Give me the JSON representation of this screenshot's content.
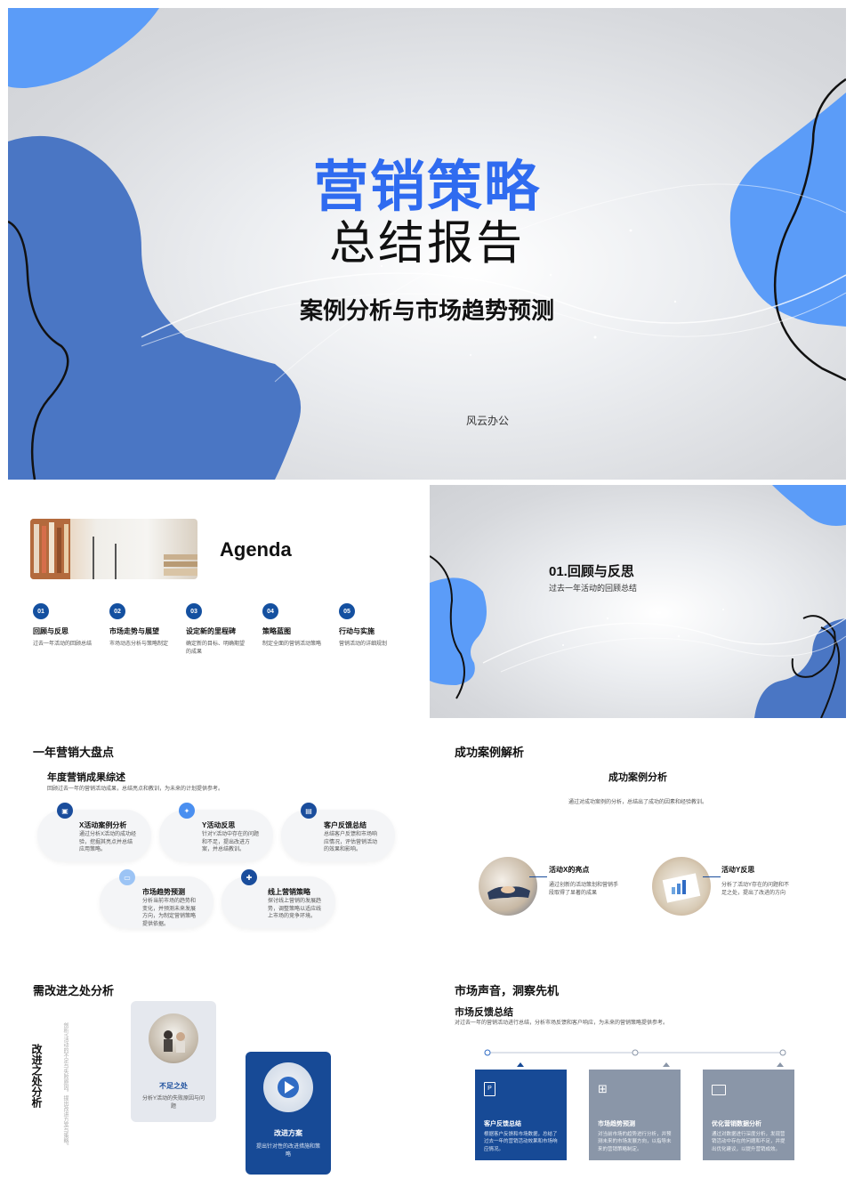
{
  "cover": {
    "title_main": "营销策略",
    "title_sub": "总结报告",
    "subtitle": "案例分析与市场趋势预测",
    "company": "风云办公"
  },
  "agenda": {
    "heading": "Agenda",
    "items": [
      {
        "num": "01",
        "title": "回顾与反思",
        "desc": "过去一年活动的回顾总结"
      },
      {
        "num": "02",
        "title": "市场走势与展望",
        "desc": "市场动态分析与策略制定"
      },
      {
        "num": "03",
        "title": "设定新的里程碑",
        "desc": "确定新的目标、明确期望的成果"
      },
      {
        "num": "04",
        "title": "策略蓝图",
        "desc": "制定全面的营销活动策略"
      },
      {
        "num": "05",
        "title": "行动与实施",
        "desc": "营销活动的详细规划"
      }
    ]
  },
  "section1": {
    "title": "01.回顾与反思",
    "desc": "过去一年活动的回顾总结"
  },
  "review": {
    "heading": "一年营销大盘点",
    "subheading": "年度营销成果综述",
    "intro": "回顾过去一年的营销活动成果，总结亮点和教训，为未来的计划提供参考。",
    "cards": [
      {
        "title": "X活动案例分析",
        "desc": "通过分析X活动的成功经验，挖掘其亮点并总结应用策略。",
        "icon": "image-icon"
      },
      {
        "title": "Y活动反思",
        "desc": "针对Y活动中存在的问题和不足，提出改进方案，并总结教训。",
        "icon": "bulb-icon"
      },
      {
        "title": "客户反馈总结",
        "desc": "总结客户反馈和市场响应情况，评估营销活动的效果和影响。",
        "icon": "chat-icon"
      },
      {
        "title": "市场趋势预测",
        "desc": "分析当前市场的趋势和变化，并预测未来发展方向，为制定营销策略提供依据。",
        "icon": "chart-icon"
      },
      {
        "title": "线上营销策略",
        "desc": "探讨线上营销的发展趋势，调整策略以适应线上市场的竞争环境。",
        "icon": "globe-icon"
      }
    ]
  },
  "success": {
    "heading": "成功案例解析",
    "subheading": "成功案例分析",
    "intro": "通过对成功案例的分析，总结出了成功的因素和经验教训。",
    "items": [
      {
        "title": "活动X的亮点",
        "desc": "通过创新的活动策划和营销手段取得了显著的成果"
      },
      {
        "title": "活动Y反思",
        "desc": "分析了活动Y存在的问题和不足之处，提出了改进的方向"
      }
    ]
  },
  "improve": {
    "heading": "需改进之处分析",
    "vertical_title": "改进之处分析",
    "vertical_note": "剖析Y活动的不足与失败原因，提出改进方案与策略。",
    "card1": {
      "title": "不足之处",
      "desc": "分析Y活动的失败原因与问题"
    },
    "card2": {
      "title": "改进方案",
      "desc": "提出针对性的改进措施和策略"
    }
  },
  "market": {
    "heading": "市场声音，洞察先机",
    "subheading": "市场反馈总结",
    "intro": "对过去一年的营销活动进行总结，分析市场反馈和客户响应，为未来的营销策略提供参考。",
    "cards": [
      {
        "title": "客户反馈总结",
        "desc": "根据客户反馈和市场数据，总结了过去一年的营销活动效果和市场响应情况。",
        "color": "#174a96",
        "icon": "document-icon"
      },
      {
        "title": "市场趋势预测",
        "desc": "对当前市场的趋势进行分析，并预测未来的市场发展方向，以指导未来的营销策略制定。",
        "color": "#8a96a8",
        "icon": "org-chart-icon"
      },
      {
        "title": "优化营销数据分析",
        "desc": "通过对数据进行深度分析，发现营销活动中存在的问题和不足，并提出优化建议，以提升营销成效。",
        "color": "#8a96a8",
        "icon": "picture-icon"
      }
    ]
  },
  "colors": {
    "accent": "#2f6bf0",
    "navy": "#174a96",
    "shape_blue": "#4f7fd0",
    "light_blue": "#5b9cf8"
  }
}
